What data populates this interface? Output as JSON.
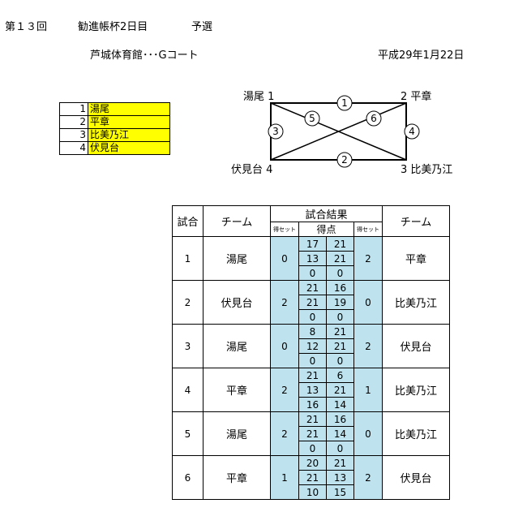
{
  "header": {
    "title_round": "第１３回",
    "title_event": "勧進帳杯2日目",
    "title_stage": "予選",
    "venue": "芦城体育館･･･Gコート",
    "date": "平成29年1月22日"
  },
  "teams": [
    {
      "num": "1",
      "name": "湯尾"
    },
    {
      "num": "2",
      "name": "平章"
    },
    {
      "num": "3",
      "name": "比美乃江"
    },
    {
      "num": "4",
      "name": "伏見台"
    }
  ],
  "diagram": {
    "corner_labels": {
      "tl": "湯尾 1",
      "tr": "2 平章",
      "bl": "伏見台 4",
      "br": "3 比美乃江"
    },
    "match_marks": [
      "1",
      "2",
      "3",
      "4",
      "5",
      "6"
    ]
  },
  "results": {
    "headers": {
      "match": "試合",
      "team": "チーム",
      "result": "試合結果",
      "points": "得点",
      "sets_won": "得セット"
    },
    "matches": [
      {
        "no": "1",
        "team_a": "湯尾",
        "sets_a": "0",
        "team_b": "平章",
        "sets_b": "2",
        "scores": [
          [
            "17",
            "21"
          ],
          [
            "13",
            "21"
          ],
          [
            "0",
            "0"
          ]
        ]
      },
      {
        "no": "2",
        "team_a": "伏見台",
        "sets_a": "2",
        "team_b": "比美乃江",
        "sets_b": "0",
        "scores": [
          [
            "21",
            "16"
          ],
          [
            "21",
            "19"
          ],
          [
            "0",
            "0"
          ]
        ]
      },
      {
        "no": "3",
        "team_a": "湯尾",
        "sets_a": "0",
        "team_b": "伏見台",
        "sets_b": "2",
        "scores": [
          [
            "8",
            "21"
          ],
          [
            "12",
            "21"
          ],
          [
            "0",
            "0"
          ]
        ]
      },
      {
        "no": "4",
        "team_a": "平章",
        "sets_a": "2",
        "team_b": "比美乃江",
        "sets_b": "1",
        "scores": [
          [
            "21",
            "6"
          ],
          [
            "13",
            "21"
          ],
          [
            "16",
            "14"
          ]
        ]
      },
      {
        "no": "5",
        "team_a": "湯尾",
        "sets_a": "2",
        "team_b": "比美乃江",
        "sets_b": "0",
        "scores": [
          [
            "21",
            "16"
          ],
          [
            "21",
            "14"
          ],
          [
            "0",
            "0"
          ]
        ]
      },
      {
        "no": "6",
        "team_a": "平章",
        "sets_a": "1",
        "team_b": "伏見台",
        "sets_b": "2",
        "scores": [
          [
            "20",
            "21"
          ],
          [
            "21",
            "13"
          ],
          [
            "10",
            "15"
          ]
        ]
      }
    ]
  }
}
